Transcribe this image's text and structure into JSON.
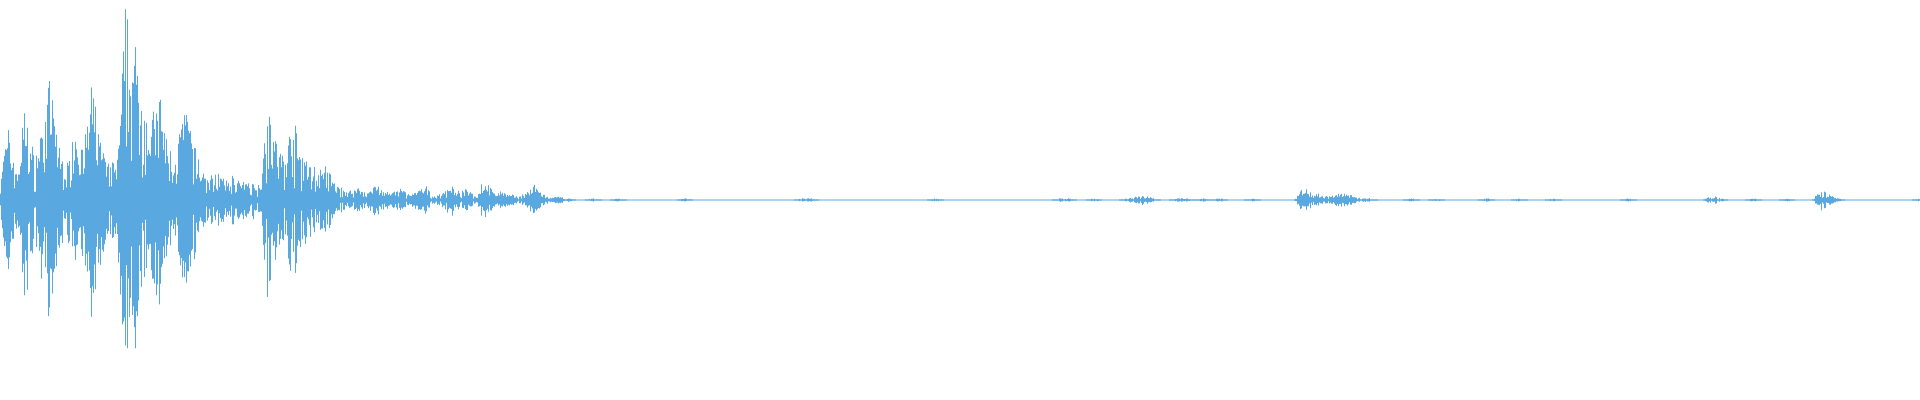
{
  "waveform": {
    "color": "#5aa8e0",
    "peak_envelope": [
      0.2,
      0.38,
      0.15,
      0.55,
      0.22,
      0.41,
      0.64,
      0.3,
      0.18,
      0.46,
      0.28,
      0.62,
      0.35,
      0.18,
      0.24,
      0.95,
      0.82,
      0.66,
      0.4,
      0.58,
      0.3,
      0.22,
      0.54,
      0.34,
      0.18,
      0.12,
      0.16,
      0.1,
      0.14,
      0.09,
      0.11,
      0.08,
      0.58,
      0.3,
      0.24,
      0.42,
      0.26,
      0.21,
      0.15,
      0.18,
      0.09,
      0.06,
      0.05,
      0.07,
      0.04,
      0.09,
      0.05,
      0.04,
      0.06,
      0.03,
      0.05,
      0.07,
      0.02,
      0.04,
      0.09,
      0.04,
      0.06,
      0.02,
      0.12,
      0.04,
      0.05,
      0.03,
      0.02,
      0.04,
      0.08,
      0.03,
      0.01,
      0.02,
      0.01,
      0.0,
      0.0,
      0.01,
      0.0,
      0.0,
      0.01,
      0.0,
      0.0,
      0.0,
      0.0,
      0.0,
      0.0,
      0.0,
      0.01,
      0.0,
      0.0,
      0.0,
      0.0,
      0.0,
      0.0,
      0.0,
      0.0,
      0.0,
      0.0,
      0.0,
      0.0,
      0.0,
      0.01,
      0.01,
      0.0,
      0.0,
      0.0,
      0.0,
      0.0,
      0.0,
      0.0,
      0.0,
      0.0,
      0.0,
      0.0,
      0.0,
      0.0,
      0.0,
      0.01,
      0.0,
      0.0,
      0.0,
      0.0,
      0.0,
      0.0,
      0.0,
      0.0,
      0.0,
      0.0,
      0.0,
      0.0,
      0.0,
      0.0,
      0.01,
      0.01,
      0.0,
      0.0,
      0.01,
      0.0,
      0.0,
      0.0,
      0.01,
      0.02,
      0.03,
      0.01,
      0.0,
      0.0,
      0.01,
      0.01,
      0.0,
      0.01,
      0.0,
      0.01,
      0.0,
      0.0,
      0.0,
      0.01,
      0.0,
      0.0,
      0.0,
      0.0,
      0.0,
      0.07,
      0.05,
      0.03,
      0.02,
      0.03,
      0.04,
      0.02,
      0.01,
      0.01,
      0.0,
      0.0,
      0.0,
      0.0,
      0.01,
      0.0,
      0.0,
      0.01,
      0.0,
      0.0,
      0.0,
      0.0,
      0.0,
      0.01,
      0.0,
      0.0,
      0.0,
      0.01,
      0.0,
      0.0,
      0.0,
      0.01,
      0.0,
      0.0,
      0.0,
      0.0,
      0.0,
      0.0,
      0.0,
      0.0,
      0.01,
      0.0,
      0.0,
      0.0,
      0.0,
      0.0,
      0.0,
      0.0,
      0.0,
      0.0,
      0.03,
      0.01,
      0.0,
      0.0,
      0.0,
      0.01,
      0.0,
      0.0,
      0.0,
      0.01,
      0.0,
      0.0,
      0.0,
      0.06,
      0.03,
      0.01,
      0.0,
      0.0,
      0.0,
      0.0,
      0.0,
      0.0,
      0.0,
      0.0,
      0.0,
      0.01
    ]
  }
}
